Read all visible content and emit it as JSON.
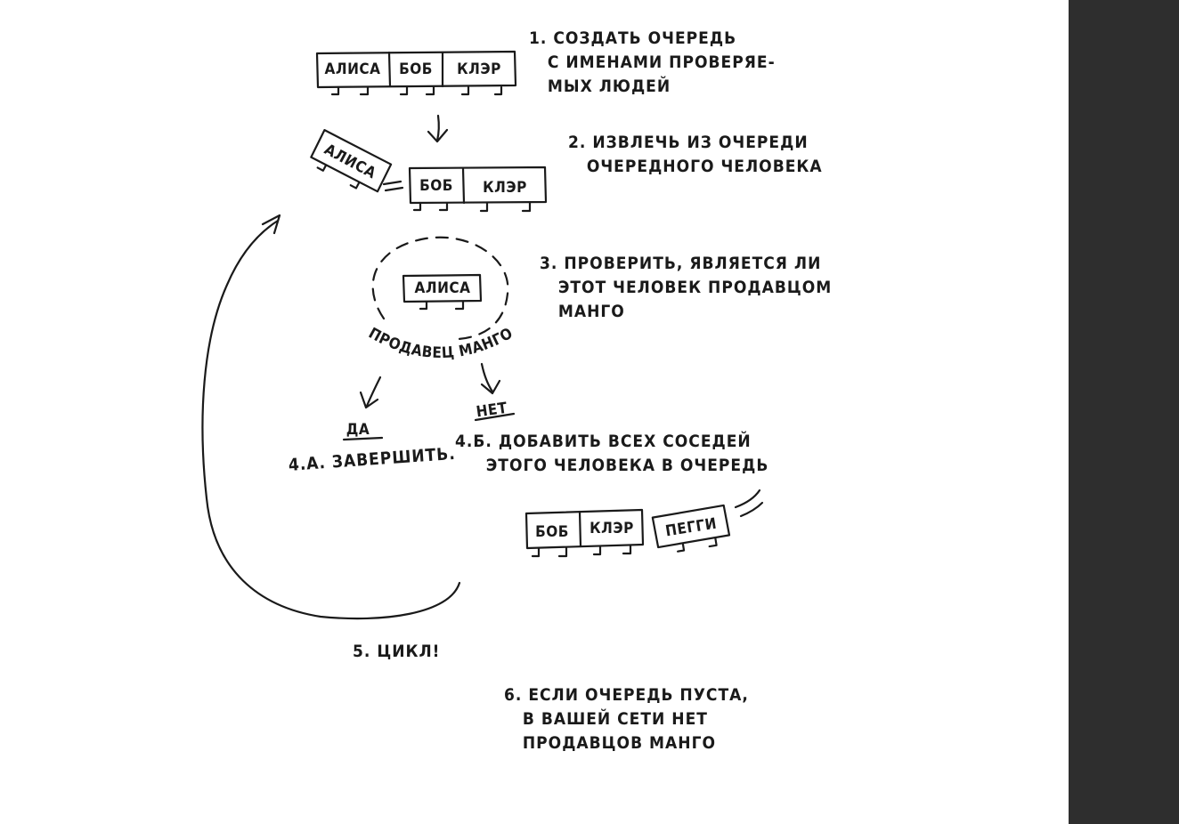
{
  "queue_initial": [
    "АЛИСА",
    "БОБ",
    "КЛЭР"
  ],
  "dequeued": "АЛИСА",
  "queue_after_dequeue": [
    "БОБ",
    "КЛЭР"
  ],
  "checked_person": "АЛИСА",
  "check_label": "ПРОДАВЕЦ МАНГО",
  "yes_label": "ДА",
  "no_label": "НЕТ",
  "queue_final": [
    "БОБ",
    "КЛЭР"
  ],
  "queue_added": "ПЕГГИ",
  "steps": {
    "s1": "1. СОЗДАТЬ ОЧЕРЕДЬ\n   С ИМЕНАМИ ПРОВЕРЯЕ-\n   МЫХ ЛЮДЕЙ",
    "s2": "2. ИЗВЛЕЧЬ ИЗ ОЧЕРЕДИ\n   ОЧЕРЕДНОГО ЧЕЛОВЕКА",
    "s3": "3. ПРОВЕРИТЬ, ЯВЛЯЕТСЯ ЛИ\n   ЭТОТ ЧЕЛОВЕК ПРОДАВЦОМ\n   МАНГО",
    "s4a": "4.А. ЗАВЕРШИТЬ.",
    "s4b": "4.Б. ДОБАВИТЬ ВСЕХ СОСЕДЕЙ\n     ЭТОГО ЧЕЛОВЕКА В ОЧЕРЕДЬ",
    "s5": "5. ЦИКЛ!",
    "s6": "6. ЕСЛИ ОЧЕРЕДЬ ПУСТА,\n   В ВАШЕЙ СЕТИ НЕТ\n   ПРОДАВЦОВ МАНГО"
  }
}
